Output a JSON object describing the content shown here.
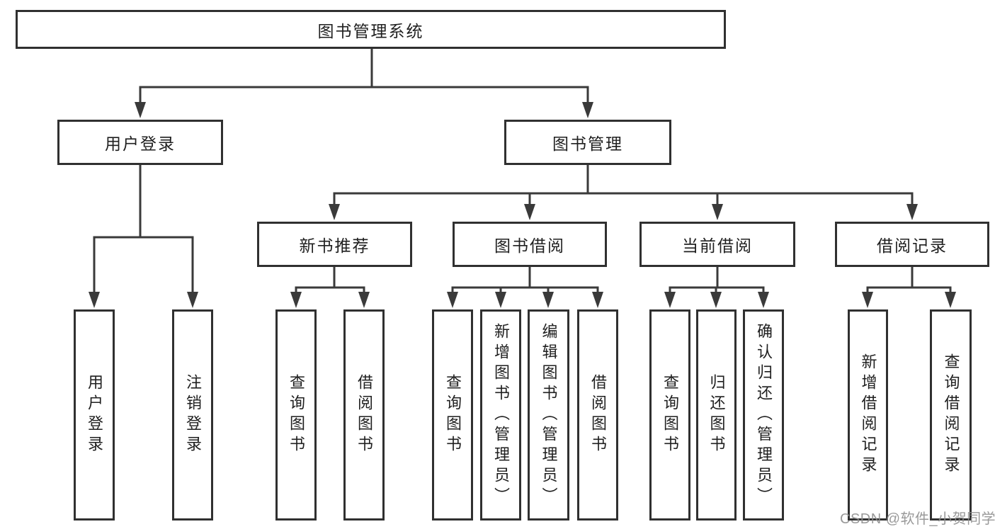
{
  "diagram": {
    "tree": {
      "label": "图书管理系统",
      "children": [
        {
          "label": "用户登录",
          "children": [
            {
              "label": "用户登录"
            },
            {
              "label": "注销登录"
            }
          ]
        },
        {
          "label": "图书管理",
          "children": [
            {
              "label": "新书推荐",
              "children": [
                {
                  "label": "查询图书"
                },
                {
                  "label": "借阅图书"
                }
              ]
            },
            {
              "label": "图书借阅",
              "children": [
                {
                  "label": "查询图书"
                },
                {
                  "label": "新增图书（管理员）"
                },
                {
                  "label": "编辑图书（管理员）"
                },
                {
                  "label": "借阅图书"
                }
              ]
            },
            {
              "label": "当前借阅",
              "children": [
                {
                  "label": "查询图书"
                },
                {
                  "label": "归还图书"
                },
                {
                  "label": "确认归还（管理员）"
                }
              ]
            },
            {
              "label": "借阅记录",
              "children": [
                {
                  "label": "新增借阅记录"
                },
                {
                  "label": "查询借阅记录"
                }
              ]
            }
          ]
        }
      ]
    },
    "watermark": "CSDN @软件_小贺同学",
    "colors": {
      "line": "#3a3a3a",
      "border": "#303030",
      "text": "#1f1f1f",
      "watermark": "#8f8f8f",
      "background": "#ffffff"
    }
  }
}
